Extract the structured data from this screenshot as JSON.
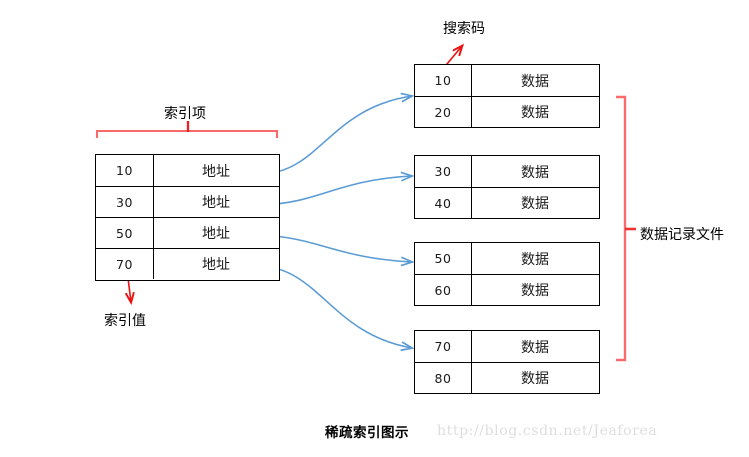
{
  "diagram": {
    "caption": "稀疏索引图示",
    "watermark": "http://blog.csdn.net/Jeaforea",
    "colors": {
      "annotation_red": "#fa6a6a",
      "arrow_red": "#ee1111",
      "connector_blue": "#5b9bd5",
      "table_border": "#000000",
      "watermark_gray": "#dedede"
    }
  },
  "labels": {
    "index_item": "索引项",
    "index_value": "索引值",
    "search_key": "搜索码",
    "data_record_file": "数据记录文件"
  },
  "index_table": {
    "rows": [
      {
        "key": "10",
        "value": "地址"
      },
      {
        "key": "30",
        "value": "地址"
      },
      {
        "key": "50",
        "value": "地址"
      },
      {
        "key": "70",
        "value": "地址"
      }
    ]
  },
  "data_blocks": [
    {
      "rows": [
        {
          "key": "10",
          "value": "数据"
        },
        {
          "key": "20",
          "value": "数据"
        }
      ]
    },
    {
      "rows": [
        {
          "key": "30",
          "value": "数据"
        },
        {
          "key": "40",
          "value": "数据"
        }
      ]
    },
    {
      "rows": [
        {
          "key": "50",
          "value": "数据"
        },
        {
          "key": "60",
          "value": "数据"
        }
      ]
    },
    {
      "rows": [
        {
          "key": "70",
          "value": "数据"
        },
        {
          "key": "80",
          "value": "数据"
        }
      ]
    }
  ]
}
